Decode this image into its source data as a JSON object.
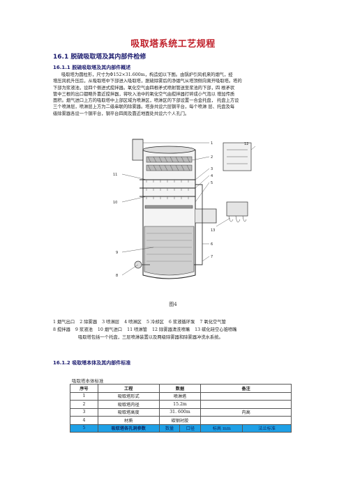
{
  "title": "吸取塔系统工艺规程",
  "section1": {
    "heading": "16.1 脱硫吸取塔及其内部件检修"
  },
  "section11": {
    "heading": "16.1.1 脱硫吸取塔及其内部件概述",
    "lines": [
      "吸取塔为圆柱形，尺寸为Φ152×31.600m，构造如以下图。由锅炉引风机来的烟气，经",
      "增压风机升压后，从吸取塔中下部进入吸取塔，脱硫除雾后的净烟气从塔顶侧向离开吸取塔。塔的",
      "下部为浆液池，设四个侧进式搅拌器。氧化空气由四根矛式喷射管送至浆池的下部，四 根矛状",
      "管中三根的出口都略外靠近搅拌器，将吹入池中的氧化空气由搅拌器打碎成小气泡以 增加传质",
      "面积。烟气进口上方的吸取塔中上部区域为喷淋区，喷淋区的下部设置一合金托盘， 托盘上方设",
      "三个喷淋层，喷淋层上方为二级串联的除雾器。塔身共设六层钢平台，每个喷淋 层、托盘及每",
      "级除雾器各设一个钢平台，钢平台四周及靠近地面处共设六个人孔门。"
    ]
  },
  "figure": {
    "caption": "图4",
    "labels": [
      "1",
      "2",
      "3",
      "4",
      "5",
      "6",
      "7",
      "8",
      "9",
      "10",
      "11",
      "12",
      "13"
    ]
  },
  "legend": {
    "line1": [
      "1 烟气出口",
      "2 除雾器",
      "3 喷淋层",
      "4 喷淋区",
      "5 冷却区",
      "6 浆液循环泵",
      "7 氧化空气管"
    ],
    "line2": [
      "8 搅拌器",
      "9 浆液池",
      "10 烟气进口",
      "11 喷淋管",
      "12 除雾器清洗喷嘴",
      "13 碳化硅空心锥喷嘴"
    ],
    "line3": "吸取塔包括一个托盘，三层喷淋装置以及两级除雾器和除雾器冲洗水系统。"
  },
  "section12": {
    "heading": "16.1.2 吸取塔本体及其内部件标准"
  },
  "table": {
    "title": "吸取塔本体标准",
    "headers": [
      "序号",
      "工程",
      "数据",
      "备注"
    ],
    "rows": [
      [
        "1",
        "吸取塔形式",
        "喷淋塔",
        ""
      ],
      [
        "2",
        "吸取塔内径",
        "15.2m",
        ""
      ],
      [
        "3",
        "吸取塔高度",
        "31. 600m",
        "内高"
      ],
      [
        "4",
        "材质",
        "碳钢衬胶",
        ""
      ]
    ],
    "highlight_row": [
      "5",
      "吸取塔各孔洞参数",
      "数量",
      "口径",
      "标高 mm",
      "法兰标准"
    ]
  }
}
